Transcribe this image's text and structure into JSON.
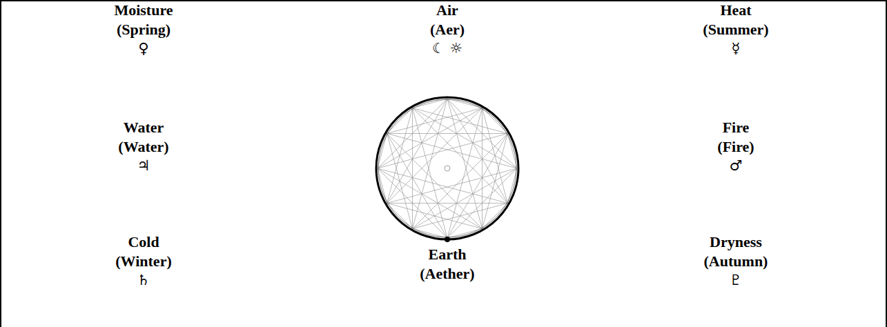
{
  "diagram": {
    "labels": [
      "Moisture",
      "(Spring)",
      "♀",
      "Air",
      "(Aer)",
      "☾ ☼",
      "Heat",
      "(Summer)",
      "☿",
      "Water",
      "(Water)",
      "♃",
      "Fire",
      "(Fire)",
      "♂",
      "Cold",
      "(Winter)",
      "♄",
      "Earth",
      "(Aether)",
      "Dryness",
      "(Autumn)",
      "♇"
    ]
  }
}
